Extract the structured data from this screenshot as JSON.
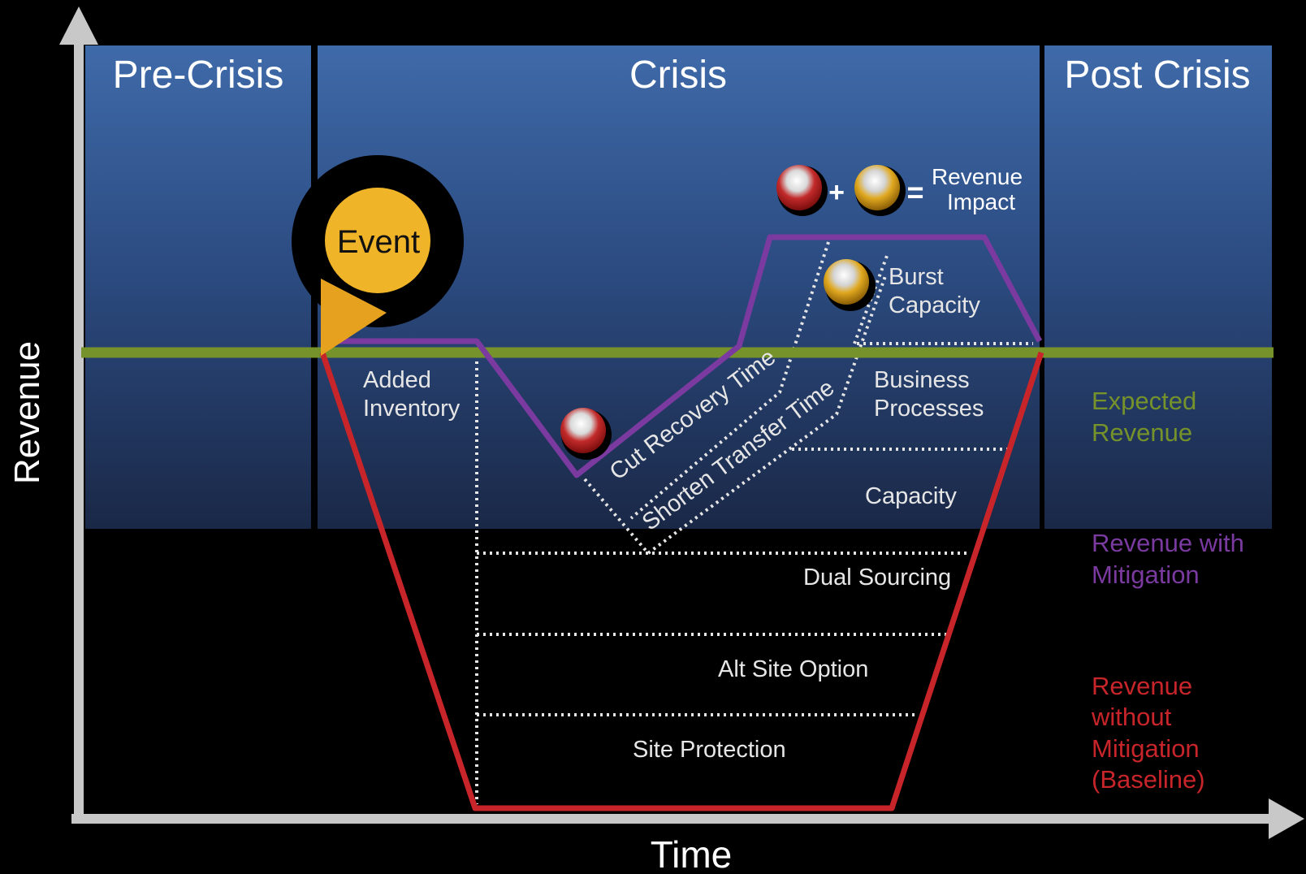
{
  "phases": [
    {
      "label": "Pre-Crisis"
    },
    {
      "label": "Crisis"
    },
    {
      "label": "Post Crisis"
    }
  ],
  "axes": {
    "y_label": "Revenue",
    "x_label": "Time"
  },
  "event": {
    "label": "Event"
  },
  "legend_equation": {
    "plus": "+",
    "equals": "=",
    "result_line1": "Revenue",
    "result_line2": "Impact"
  },
  "mitigation_labels": {
    "burst_capacity": [
      "Burst",
      "Capacity"
    ],
    "added_inventory": [
      "Added",
      "Inventory"
    ],
    "business_processes": [
      "Business",
      "Processes"
    ],
    "capacity": "Capacity",
    "cut_recovery_time": "Cut Recovery Time",
    "shorten_transfer_time": "Shorten Transfer Time",
    "dual_sourcing": "Dual Sourcing",
    "alt_site_option": "Alt Site Option",
    "site_protection": "Site Protection"
  },
  "series_legend": {
    "expected": [
      "Expected",
      "Revenue"
    ],
    "with_mitigation": [
      "Revenue with",
      "Mitigation"
    ],
    "without_mitigation": [
      "Revenue",
      "without",
      "Mitigation",
      "(Baseline)"
    ]
  },
  "colors": {
    "expected": "#76922a",
    "with_mitigation": "#7a3aa0",
    "without_mitigation": "#c8252a",
    "event": "#f0b429",
    "panel_top": "#3e69a8",
    "panel_bottom": "#1b2a4a"
  }
}
